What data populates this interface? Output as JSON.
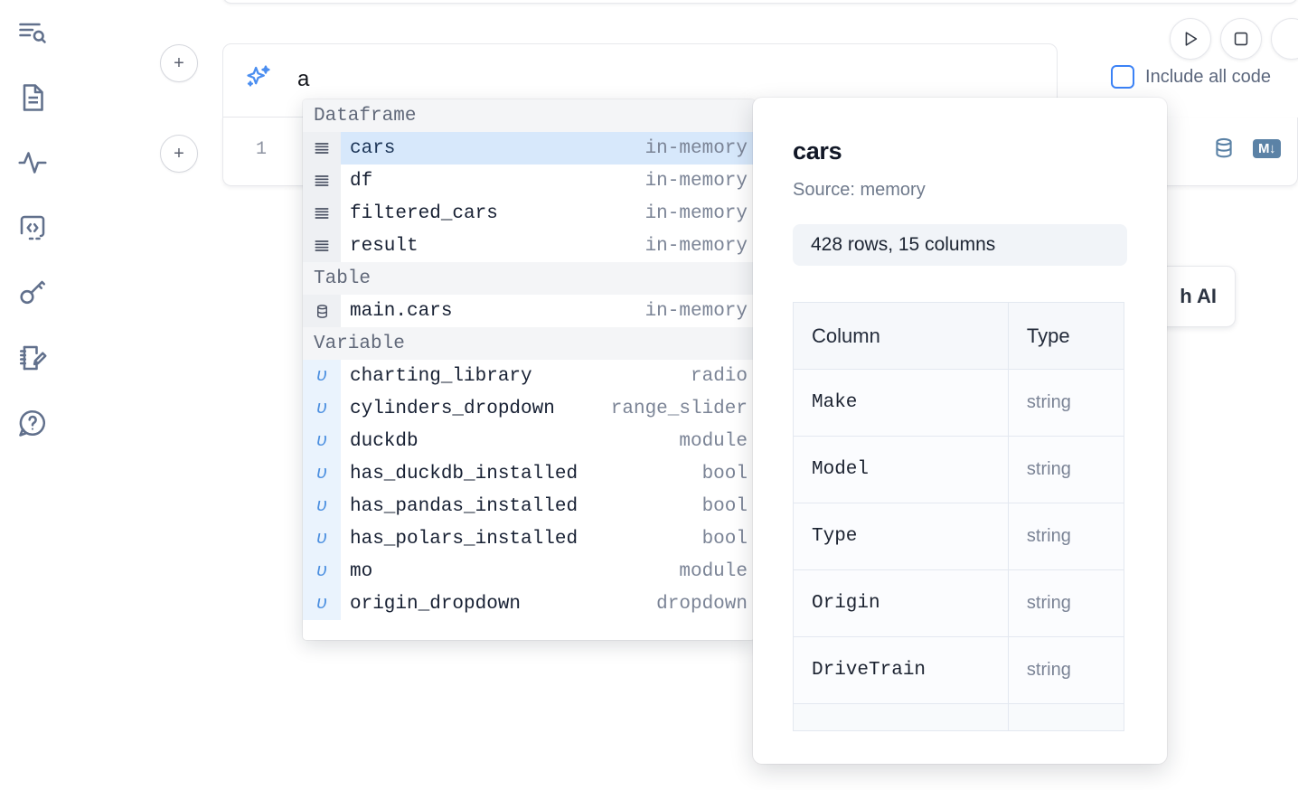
{
  "rail": {
    "items": [
      {
        "name": "explore-outline-icon",
        "label": "Outline"
      },
      {
        "name": "file-document-icon",
        "label": "Files"
      },
      {
        "name": "activity-pulse-icon",
        "label": "Activity"
      },
      {
        "name": "code-brackets-icon",
        "label": "Snippets"
      },
      {
        "name": "key-icon",
        "label": "Secrets"
      },
      {
        "name": "notebook-edit-icon",
        "label": "Scratchpad"
      },
      {
        "name": "help-chat-icon",
        "label": "Help"
      }
    ]
  },
  "toolbar": {
    "run_label": "▷",
    "stop_label": "□",
    "add_cell_label": "+",
    "include_all_code_label": "Include all code",
    "include_all_code_checked": false,
    "generate_with_ai_label": "h AI",
    "database_icon": "database-icon",
    "markdown_badge": "M",
    "markdown_arrow": "↓"
  },
  "cell": {
    "line_number": "1"
  },
  "ai_prompt": {
    "value": "a",
    "placeholder": "",
    "icon": "sparkle-ai-icon"
  },
  "autocomplete": {
    "groups": [
      {
        "label": "Dataframe",
        "icon": "dataframe-rows-icon",
        "items": [
          {
            "name": "cars",
            "type": "in-memory",
            "selected": true
          },
          {
            "name": "df",
            "type": "in-memory",
            "selected": false
          },
          {
            "name": "filtered_cars",
            "type": "in-memory",
            "selected": false
          },
          {
            "name": "result",
            "type": "in-memory",
            "selected": false
          }
        ]
      },
      {
        "label": "Table",
        "icon": "database-table-icon",
        "items": [
          {
            "name": "main.cars",
            "type": "in-memory",
            "selected": false
          }
        ]
      },
      {
        "label": "Variable",
        "icon": "variable-v-icon",
        "items": [
          {
            "name": "charting_library",
            "type": "radio",
            "selected": false
          },
          {
            "name": "cylinders_dropdown",
            "type": "range_slider",
            "selected": false
          },
          {
            "name": "duckdb",
            "type": "module",
            "selected": false
          },
          {
            "name": "has_duckdb_installed",
            "type": "bool",
            "selected": false
          },
          {
            "name": "has_pandas_installed",
            "type": "bool",
            "selected": false
          },
          {
            "name": "has_polars_installed",
            "type": "bool",
            "selected": false
          },
          {
            "name": "mo",
            "type": "module",
            "selected": false
          },
          {
            "name": "origin_dropdown",
            "type": "dropdown",
            "selected": false
          }
        ]
      }
    ]
  },
  "preview": {
    "title": "cars",
    "source": "Source: memory",
    "shape": "428 rows, 15 columns",
    "headers": [
      "Column",
      "Type"
    ],
    "rows": [
      {
        "column": "Make",
        "type": "string"
      },
      {
        "column": "Model",
        "type": "string"
      },
      {
        "column": "Type",
        "type": "string"
      },
      {
        "column": "Origin",
        "type": "string"
      },
      {
        "column": "DriveTrain",
        "type": "string"
      }
    ]
  },
  "colors": {
    "accent_blue": "#3b82f6",
    "selected_row": "#d7e8fb",
    "icon_gutter": "#eef0f3",
    "tool_icon": "#5b82a6"
  }
}
